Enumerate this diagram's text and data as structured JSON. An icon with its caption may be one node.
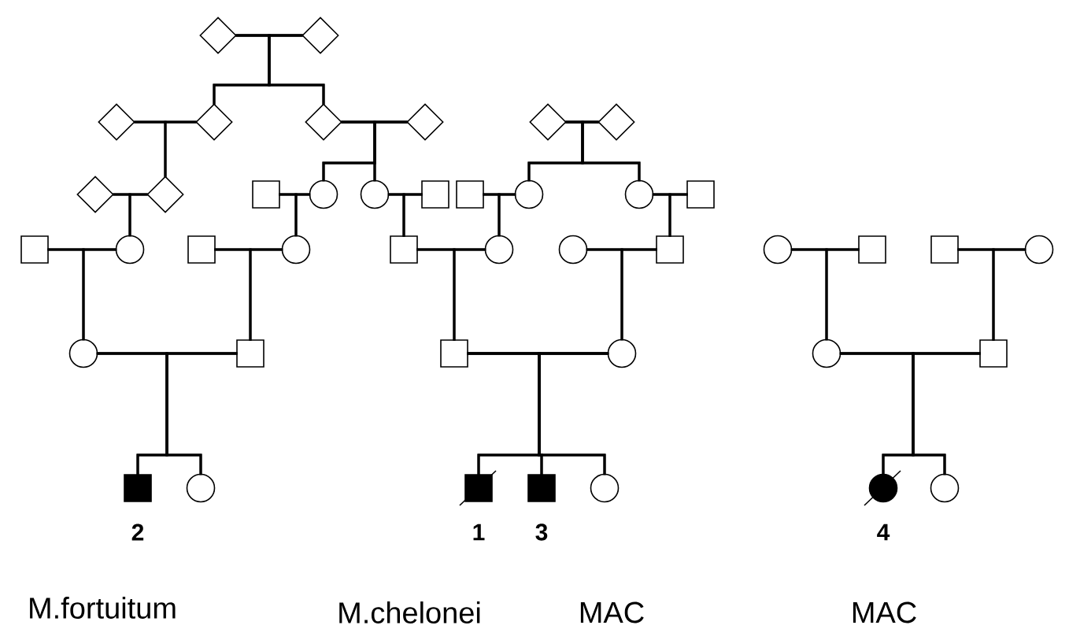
{
  "diagram": {
    "nodes": [
      {
        "text": [],
        "shape": "diamond"
      },
      {
        "text": [],
        "shape": "diamond"
      },
      {
        "text": [],
        "shape": "diamond"
      },
      {
        "text": [],
        "shape": "diamond"
      },
      {
        "text": [],
        "shape": "diamond"
      },
      {
        "text": [],
        "shape": "diamond"
      },
      {
        "text": [],
        "shape": "diamond"
      },
      {
        "text": [],
        "shape": "diamond"
      },
      {
        "text": [],
        "shape": "diamond"
      },
      {
        "text": [],
        "shape": "diamond"
      },
      {
        "text": [],
        "shape": "box"
      },
      {
        "text": [],
        "shape": "circle"
      },
      {
        "text": [],
        "shape": "circle"
      },
      {
        "text": [],
        "shape": "box"
      },
      {
        "text": [],
        "shape": "box"
      },
      {
        "text": [],
        "shape": "circle"
      },
      {
        "text": [],
        "shape": "circle"
      },
      {
        "text": [],
        "shape": "box"
      },
      {
        "text": [],
        "shape": "box"
      },
      {
        "text": [],
        "shape": "circle"
      },
      {
        "text": [],
        "shape": "box"
      },
      {
        "text": [],
        "shape": "circle"
      },
      {
        "text": [],
        "shape": "box"
      },
      {
        "text": [],
        "shape": "circle"
      },
      {
        "text": [],
        "shape": "circle"
      },
      {
        "text": [],
        "shape": "box"
      },
      {
        "text": [],
        "shape": "circle"
      },
      {
        "text": [],
        "shape": "box"
      },
      {
        "text": [],
        "shape": "box"
      },
      {
        "text": [],
        "shape": "circle"
      },
      {
        "text": [],
        "shape": "circle"
      },
      {
        "text": [],
        "shape": "box"
      },
      {
        "text": [],
        "shape": "box"
      },
      {
        "text": [],
        "shape": "circle"
      },
      {
        "text": [],
        "shape": "circle"
      },
      {
        "text": [],
        "shape": "box"
      },
      {
        "text": [],
        "shape": "box",
        "beside": [
          "2"
        ]
      },
      {
        "text": [],
        "shape": "circle"
      },
      {
        "text": [],
        "shape": "box",
        "beside": [
          "1"
        ]
      },
      {
        "text": [],
        "shape": "box",
        "beside": [
          "3"
        ]
      },
      {
        "text": [],
        "shape": "circle"
      },
      {
        "text": [],
        "shape": "circle",
        "beside": [
          "4"
        ]
      },
      {
        "text": [],
        "shape": "circle"
      }
    ],
    "edges": [
      {
        "from": 0,
        "to": 1,
        "arrow": "none"
      },
      {
        "from": 0,
        "to": 3,
        "arrow": "none"
      },
      {
        "from": 1,
        "to": 3,
        "arrow": "none"
      },
      {
        "from": 0,
        "to": 4,
        "arrow": "none"
      },
      {
        "from": 1,
        "to": 4,
        "arrow": "none"
      },
      {
        "from": 2,
        "to": 3,
        "arrow": "none"
      },
      {
        "from": 4,
        "to": 5,
        "arrow": "none"
      },
      {
        "from": 6,
        "to": 7,
        "arrow": "none"
      },
      {
        "from": 2,
        "to": 9,
        "arrow": "none"
      },
      {
        "from": 3,
        "to": 9,
        "arrow": "none"
      },
      {
        "from": 4,
        "to": 11,
        "arrow": "none"
      },
      {
        "from": 5,
        "to": 11,
        "arrow": "none"
      },
      {
        "from": 4,
        "to": 12,
        "arrow": "none"
      },
      {
        "from": 5,
        "to": 12,
        "arrow": "none"
      },
      {
        "from": 6,
        "to": 15,
        "arrow": "none"
      },
      {
        "from": 7,
        "to": 15,
        "arrow": "none"
      },
      {
        "from": 6,
        "to": 16,
        "arrow": "none"
      },
      {
        "from": 7,
        "to": 16,
        "arrow": "none"
      },
      {
        "from": 8,
        "to": 9,
        "arrow": "none"
      },
      {
        "from": 10,
        "to": 11,
        "arrow": "none"
      },
      {
        "from": 12,
        "to": 13,
        "arrow": "none"
      },
      {
        "from": 14,
        "to": 15,
        "arrow": "none"
      },
      {
        "from": 16,
        "to": 17,
        "arrow": "none"
      },
      {
        "from": 8,
        "to": 19,
        "arrow": "none"
      },
      {
        "from": 9,
        "to": 19,
        "arrow": "none"
      },
      {
        "from": 10,
        "to": 21,
        "arrow": "none"
      },
      {
        "from": 11,
        "to": 21,
        "arrow": "none"
      },
      {
        "from": 12,
        "to": 22,
        "arrow": "none"
      },
      {
        "from": 13,
        "to": 22,
        "arrow": "none"
      },
      {
        "from": 14,
        "to": 23,
        "arrow": "none"
      },
      {
        "from": 15,
        "to": 23,
        "arrow": "none"
      },
      {
        "from": 16,
        "to": 25,
        "arrow": "none"
      },
      {
        "from": 17,
        "to": 25,
        "arrow": "none"
      },
      {
        "from": 18,
        "to": 19,
        "arrow": "none"
      },
      {
        "from": 20,
        "to": 21,
        "arrow": "none"
      },
      {
        "from": 22,
        "to": 23,
        "arrow": "none"
      },
      {
        "from": 24,
        "to": 25,
        "arrow": "none"
      },
      {
        "from": 26,
        "to": 27,
        "arrow": "none"
      },
      {
        "from": 28,
        "to": 29,
        "arrow": "none"
      },
      {
        "from": 18,
        "to": 30,
        "arrow": "none"
      },
      {
        "from": 19,
        "to": 30,
        "arrow": "none"
      },
      {
        "from": 20,
        "to": 31,
        "arrow": "none"
      },
      {
        "from": 21,
        "to": 31,
        "arrow": "none"
      },
      {
        "from": 22,
        "to": 32,
        "arrow": "none"
      },
      {
        "from": 23,
        "to": 32,
        "arrow": "none"
      },
      {
        "from": 24,
        "to": 33,
        "arrow": "none"
      },
      {
        "from": 25,
        "to": 33,
        "arrow": "none"
      },
      {
        "from": 26,
        "to": 34,
        "arrow": "none"
      },
      {
        "from": 27,
        "to": 34,
        "arrow": "none"
      },
      {
        "from": 28,
        "to": 35,
        "arrow": "none"
      },
      {
        "from": 29,
        "to": 35,
        "arrow": "none"
      },
      {
        "from": 30,
        "to": 31,
        "arrow": "none"
      },
      {
        "from": 32,
        "to": 33,
        "arrow": "none"
      },
      {
        "from": 34,
        "to": 35,
        "arrow": "none"
      },
      {
        "from": 30,
        "to": 36,
        "arrow": "none"
      },
      {
        "from": 31,
        "to": 36,
        "arrow": "none"
      },
      {
        "from": 30,
        "to": 37,
        "arrow": "none"
      },
      {
        "from": 31,
        "to": 37,
        "arrow": "none"
      },
      {
        "from": 32,
        "to": 38,
        "arrow": "none"
      },
      {
        "from": 33,
        "to": 38,
        "arrow": "none"
      },
      {
        "from": 32,
        "to": 39,
        "arrow": "none"
      },
      {
        "from": 33,
        "to": 39,
        "arrow": "none"
      },
      {
        "from": 32,
        "to": 40,
        "arrow": "none"
      },
      {
        "from": 33,
        "to": 40,
        "arrow": "none"
      },
      {
        "from": 34,
        "to": 41,
        "arrow": "none"
      },
      {
        "from": 35,
        "to": 41,
        "arrow": "none"
      },
      {
        "from": 34,
        "to": 42,
        "arrow": "none"
      },
      {
        "from": 35,
        "to": 42,
        "arrow": "none"
      }
    ],
    "labels": [
      "M.fortuitum",
      "M.chelonei",
      "MAC",
      "MAC"
    ]
  }
}
